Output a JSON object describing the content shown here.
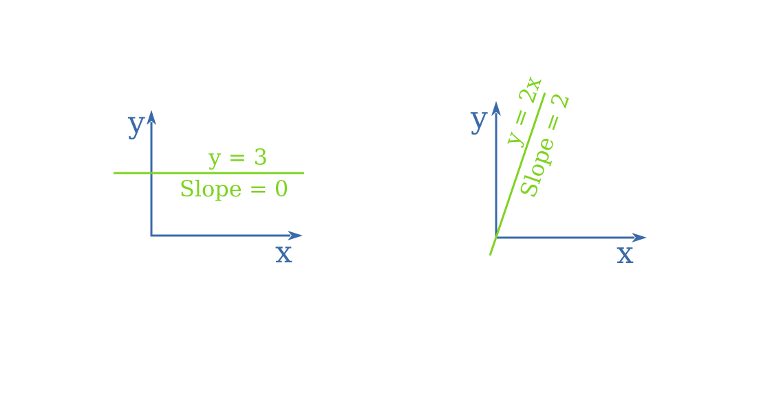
{
  "colors": {
    "axis": "#3a6aa8",
    "line": "#7ed321",
    "background": "#ffffff"
  },
  "graphs": [
    {
      "id": "left",
      "x_axis_label": "x",
      "y_axis_label": "y",
      "equation": "y = 3",
      "slope_label": "Slope = 0",
      "slope": 0
    },
    {
      "id": "right",
      "x_axis_label": "x",
      "y_axis_label": "y",
      "equation": "y = 2x",
      "slope_label": "Slope = 2",
      "slope": 2
    }
  ]
}
